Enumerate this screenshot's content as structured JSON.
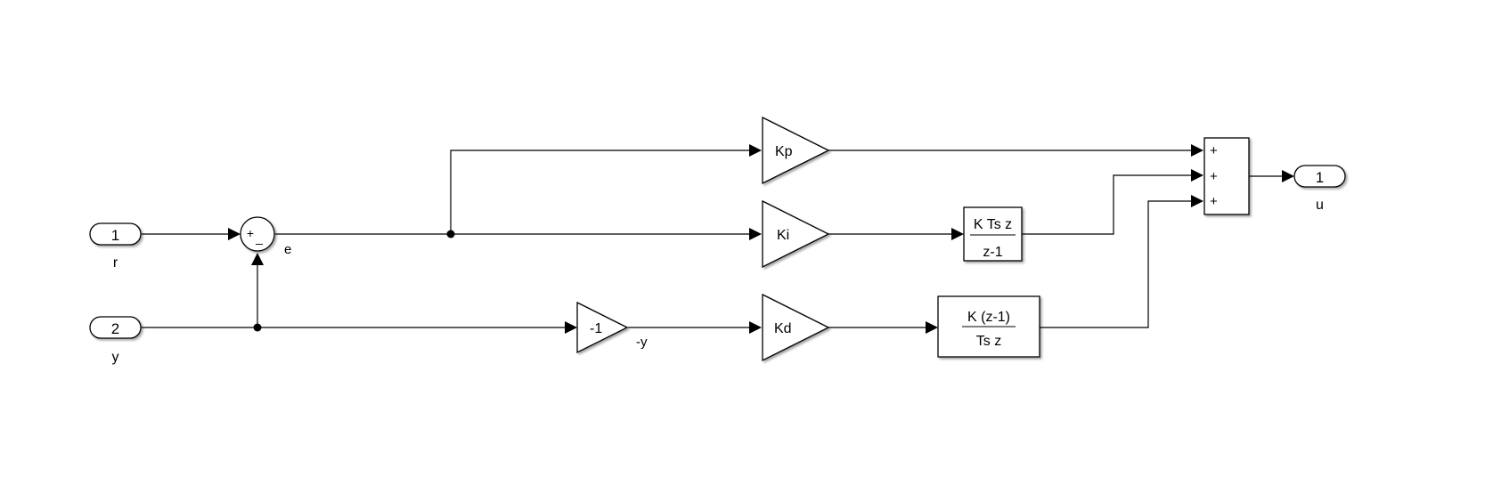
{
  "diagram": {
    "inports": [
      {
        "number": "1",
        "label": "r"
      },
      {
        "number": "2",
        "label": "y"
      }
    ],
    "outport": {
      "number": "1",
      "label": "u"
    },
    "sum_error": {
      "signs": [
        "+",
        "_"
      ]
    },
    "signals": {
      "error": "e",
      "neg_y": "-y"
    },
    "gains": {
      "kp": "Kp",
      "ki": "Ki",
      "kd": "Kd",
      "neg_one": "-1"
    },
    "integrator": {
      "numerator": "K Ts z",
      "denominator": "z-1"
    },
    "derivative": {
      "numerator": "K (z-1)",
      "denominator": "Ts z"
    },
    "sum_output": {
      "signs": [
        "+",
        "+",
        "+"
      ]
    }
  }
}
